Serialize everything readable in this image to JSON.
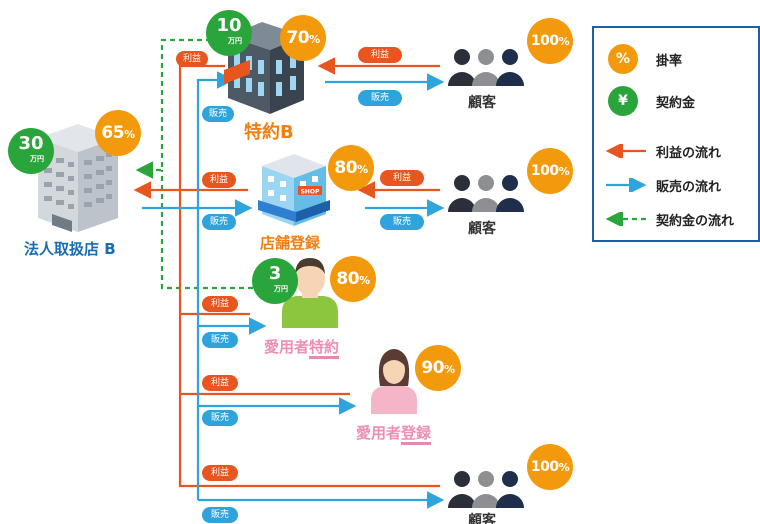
{
  "nodes": {
    "corporate": {
      "label": "法人取扱店 B",
      "rate": "65",
      "fee": "30",
      "fee_unit": "万円"
    },
    "special": {
      "label": "特約B",
      "rate": "70",
      "fee": "10",
      "fee_unit": "万円"
    },
    "shop": {
      "label": "店舗登録",
      "rate": "80",
      "sign": "SHOP"
    },
    "user_special": {
      "label_main": "愛用者",
      "label_tail": "特約",
      "rate": "80",
      "fee": "3",
      "fee_unit": "万円"
    },
    "user_reg": {
      "label_main": "愛用者",
      "label_tail": "登録",
      "rate": "90"
    },
    "customer1": {
      "label": "顧客",
      "rate": "100"
    },
    "customer2": {
      "label": "顧客",
      "rate": "100"
    },
    "customer3": {
      "label": "顧客",
      "rate": "100"
    }
  },
  "percent_sign": "%",
  "tags": {
    "profit": "利益",
    "sales": "販売"
  },
  "legend": {
    "rate_symbol": "%",
    "rate_label": "掛率",
    "fee_symbol": "¥",
    "fee_label": "契約金",
    "profit_flow": "利益の流れ",
    "sales_flow": "販売の流れ",
    "fee_flow": "契約金の流れ"
  },
  "colors": {
    "profit": "#e8561f",
    "sales": "#2fa4dc",
    "fee": "#2aa53c",
    "rate": "#f39a0c",
    "legend_border": "#1a5fa8"
  }
}
